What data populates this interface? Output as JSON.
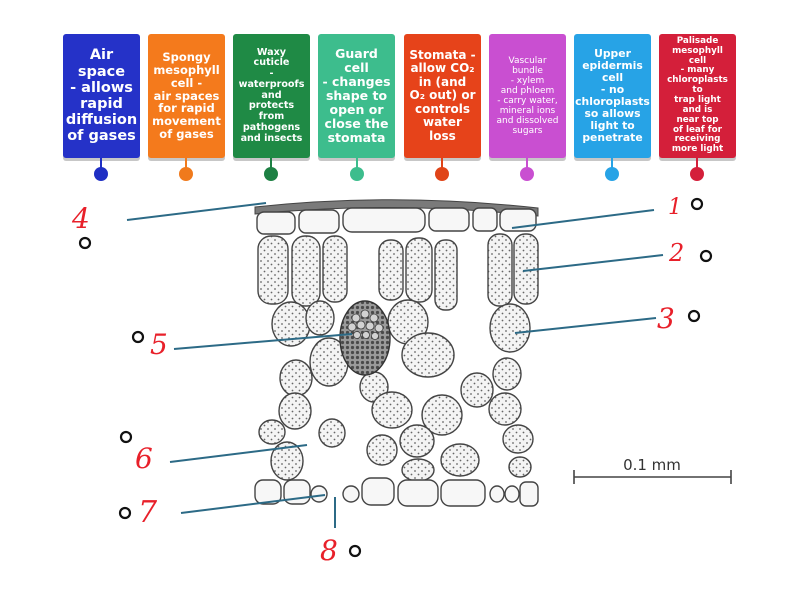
{
  "tiles": [
    {
      "id": "air-space",
      "text": "Air\nspace\n- allows\nrapid\ndiffusion\nof gases",
      "color": "#2532c8",
      "dot": "#1f2fc4"
    },
    {
      "id": "spongy",
      "text": "Spongy\nmesophyll\ncell -\nair spaces\nfor rapid\nmovement\nof gases",
      "color": "#f47a1c",
      "dot": "#f07a1c"
    },
    {
      "id": "waxy",
      "text": "Waxy\ncuticle\n-\nwaterproofs\nand\nprotects\nfrom\npathogens\nand insects",
      "color": "#1f8a45",
      "dot": "#1d8043"
    },
    {
      "id": "guard",
      "text": "Guard\ncell\n- changes\nshape to\nopen or\nclose the\nstomata",
      "color": "#3dbd8d",
      "dot": "#3dbd8d"
    },
    {
      "id": "stomata",
      "text": "Stomata -\nallow CO₂\nin (and\nO₂ out) or\ncontrols\nwater loss",
      "color": "#e6431a",
      "dot": "#e04418"
    },
    {
      "id": "vascular",
      "text": "Vascular\nbundle\n- xylem\nand phloem\n- carry water,\nmineral ions\nand dissolved\nsugars",
      "color": "#c94fd1",
      "dot": "#c94fd1"
    },
    {
      "id": "upper",
      "text": "Upper\nepidermis\ncell\n- no\nchloroplasts\nso allows\nlight to\npenetrate",
      "color": "#27a3e6",
      "dot": "#27a3e6"
    },
    {
      "id": "palisade",
      "text": "Palisade\nmesophyll cell\n- many\nchloroplasts to\ntrap light\nand is\nnear top\nof leaf for\nreceiving\nmore light",
      "color": "#d41f3a",
      "dot": "#d41f3a"
    }
  ],
  "labels": [
    "1",
    "2",
    "3",
    "4",
    "5",
    "6",
    "7",
    "8"
  ],
  "scale_bar": "0.1 mm"
}
